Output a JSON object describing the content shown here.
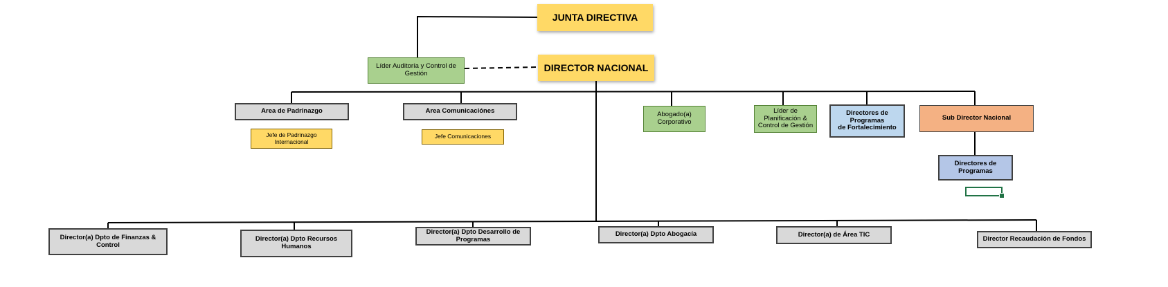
{
  "nodes": {
    "junta_directiva": "JUNTA DIRECTIVA",
    "director_nacional": "DIRECTOR NACIONAL",
    "lider_auditoria": "Líder Auditoría y Control de\nGestión",
    "area_padrinazgo": "Area de Padrinazgo",
    "jefe_padrinazgo": "Jefe de Padrinazgo\nInternacional",
    "area_comunicaciones": "Area Comunicaciónes",
    "jefe_comunicaciones": "Jefe Comunicaciones",
    "abogado_corporativo": "Abogado(a)\nCorporativo",
    "lider_planificacion": "Líder de\nPlanificación &\nControl de Gestión",
    "directores_fortalecimiento": "Directores de\nProgramas\nde Fortalecimiento",
    "sub_director_nacional": "Sub Director Nacional",
    "directores_programas": "Directores de\nProgramas",
    "dir_finanzas": "Director(a) Dpto de Finanzas &\nControl",
    "dir_rrhh": "Director(a) Dpto Recursos\nHumanos",
    "dir_desarrollo": "Director(a) Dpto Desarrollo de\nProgramas",
    "dir_abogacia": "Director(a) Dpto Abogacía",
    "dir_tic": "Director(a) de Área TIC",
    "dir_recaudacion": "Director Recaudación de Fondos"
  },
  "colors": {
    "main_gold": "#ffd966",
    "green": "#a9d08e",
    "gray": "#d9d9d9",
    "light_blue": "#bdd7ee",
    "blue": "#b4c6e7",
    "orange": "#f4b183",
    "selection": "#217346"
  }
}
